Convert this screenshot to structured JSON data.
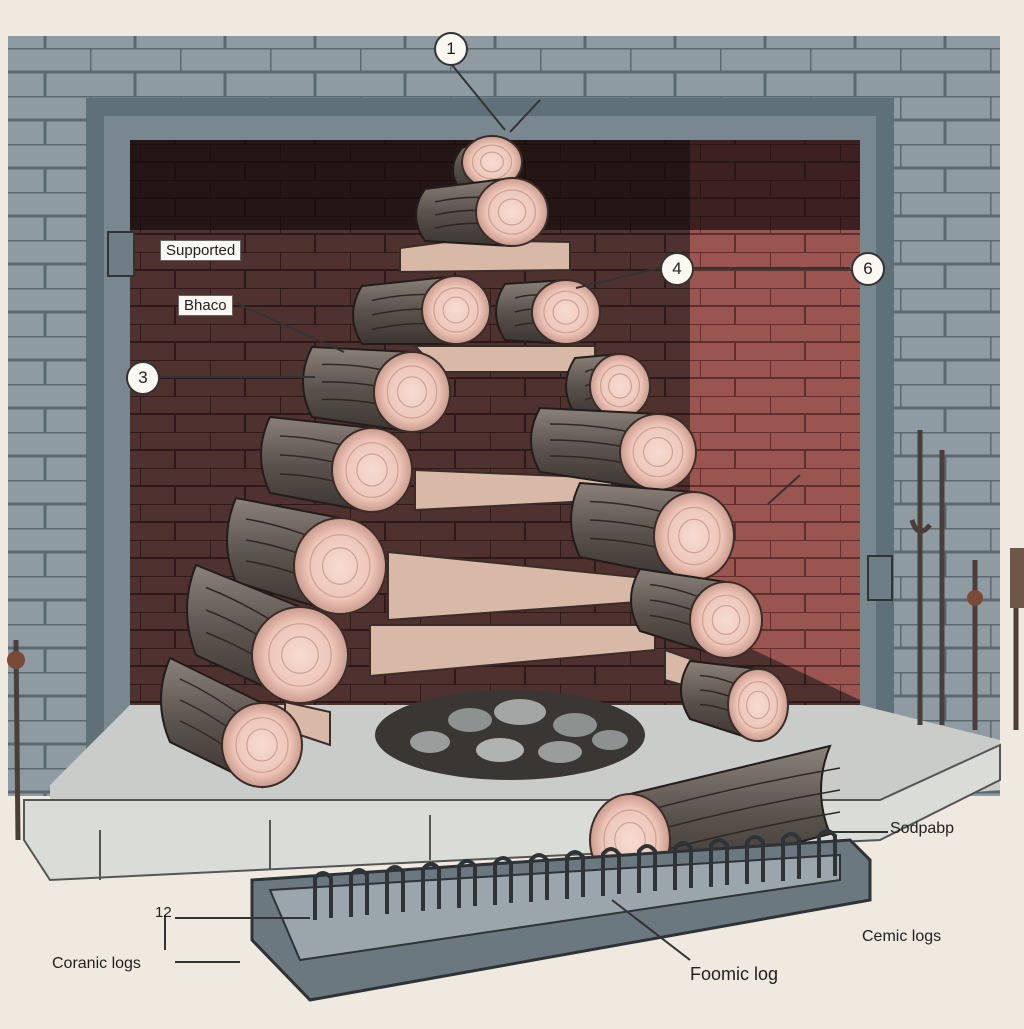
{
  "labels": {
    "supported": "Supported",
    "bhaco": "Bhaco",
    "sodpabp": "Sodpabp",
    "ceramic_logs_left": "Coranic logs",
    "ceramic_logs_right": "Cemic logs",
    "foam_log": "Foomic log",
    "small_number": "12"
  },
  "callouts": [
    "1",
    "3",
    "4",
    "6"
  ],
  "colors": {
    "brick_outer": "#8d9aa2",
    "brick_inner": "#5e3a38",
    "brick_lit": "#9a5550",
    "frame": "#5f7078",
    "log_bark": "#5d554f",
    "log_end": "#efc9bd",
    "plank": "#d8b8a6",
    "hearth": "#d9dcd8",
    "grate": "#66737b"
  }
}
